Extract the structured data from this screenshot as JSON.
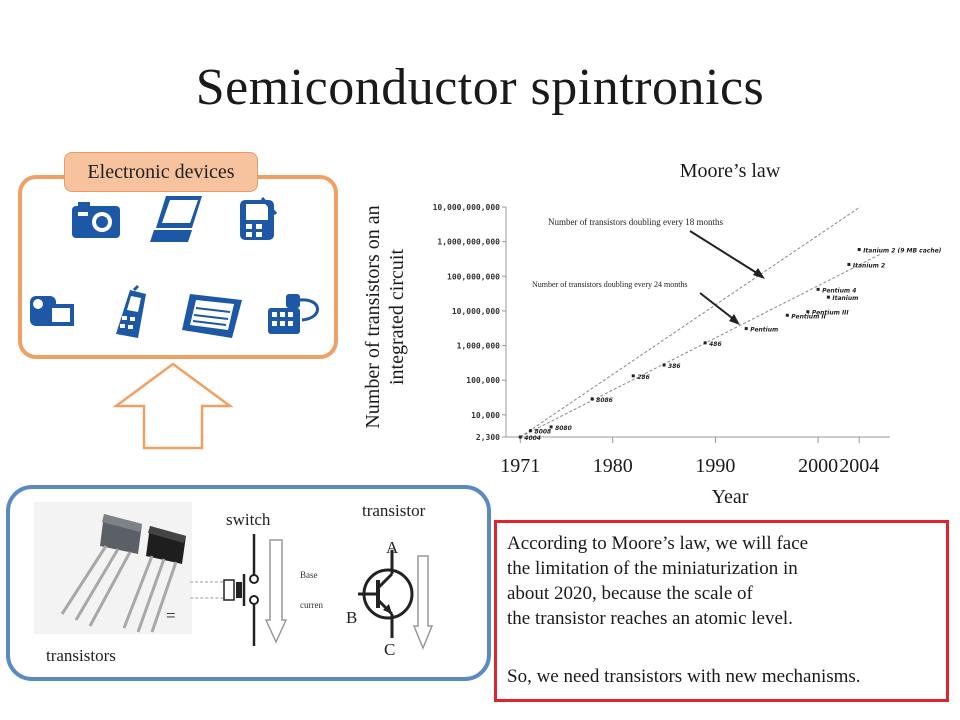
{
  "title": "Semiconductor spintronics",
  "devices": {
    "tag": "Electronic devices",
    "icons": [
      "camera-icon",
      "laptop-icon",
      "pda-icon",
      "camcorder-icon",
      "mobile-phone-icon",
      "ebook-reader-icon",
      "phone-charger-icon"
    ],
    "icon_color": "#1c58a6",
    "panel_border_color": "#f0a062"
  },
  "transistor_panel": {
    "photo_caption": "transistors",
    "switch_label": "switch",
    "transistor_label": "transistor",
    "base_label": "Base",
    "current_label": "curren",
    "equals": "=",
    "pin_a": "A",
    "pin_b": "B",
    "pin_c": "C",
    "panel_border_color": "#5b8ac3"
  },
  "chart_data": {
    "type": "scatter",
    "title": "Moore’s law",
    "xlabel": "Year",
    "ylabel": "Number of transistors on an integrated circuit",
    "x_ticks": [
      "1971",
      "1980",
      "1990",
      "2000",
      "2004"
    ],
    "y_ticks": [
      "2,300",
      "10,000",
      "100,000",
      "1,000,000",
      "10,000,000",
      "100,000,000",
      "1,000,000,000",
      "10,000,000,000"
    ],
    "y_scale": "log",
    "xlim": [
      1970,
      2007
    ],
    "annotations": [
      "Number of transistors doubling every 18 months",
      "Number of transistors doubling every 24 months"
    ],
    "series": [
      {
        "name": "",
        "points": [
          {
            "x": 1971,
            "y": 2300,
            "label": "4004"
          },
          {
            "x": 1972,
            "y": 3500,
            "label": "8008"
          },
          {
            "x": 1974,
            "y": 4500,
            "label": "8080"
          },
          {
            "x": 1978,
            "y": 29000,
            "label": "8086"
          },
          {
            "x": 1982,
            "y": 134000,
            "label": "286"
          },
          {
            "x": 1985,
            "y": 275000,
            "label": "386"
          },
          {
            "x": 1989,
            "y": 1200000,
            "label": "486"
          },
          {
            "x": 1993,
            "y": 3100000,
            "label": "Pentium"
          },
          {
            "x": 1997,
            "y": 7500000,
            "label": "Pentium II"
          },
          {
            "x": 1999,
            "y": 9500000,
            "label": "Pentium III"
          },
          {
            "x": 2000,
            "y": 42000000,
            "label": "Pentium 4"
          },
          {
            "x": 2001,
            "y": 25000000,
            "label": "Itanium"
          },
          {
            "x": 2003,
            "y": 220000000,
            "label": "Itanium 2"
          },
          {
            "x": 2004,
            "y": 592000000,
            "label": "Itanium 2 (9 MB cache)"
          }
        ]
      }
    ]
  },
  "text_box": {
    "lines": [
      "According to Moore’s law, we will face",
      "the limitation of the miniaturization in",
      "about 2020, because the scale of",
      "the transistor reaches an atomic level.",
      "So, we need transistors with new mechanisms."
    ],
    "border_color": "#e0242f"
  }
}
